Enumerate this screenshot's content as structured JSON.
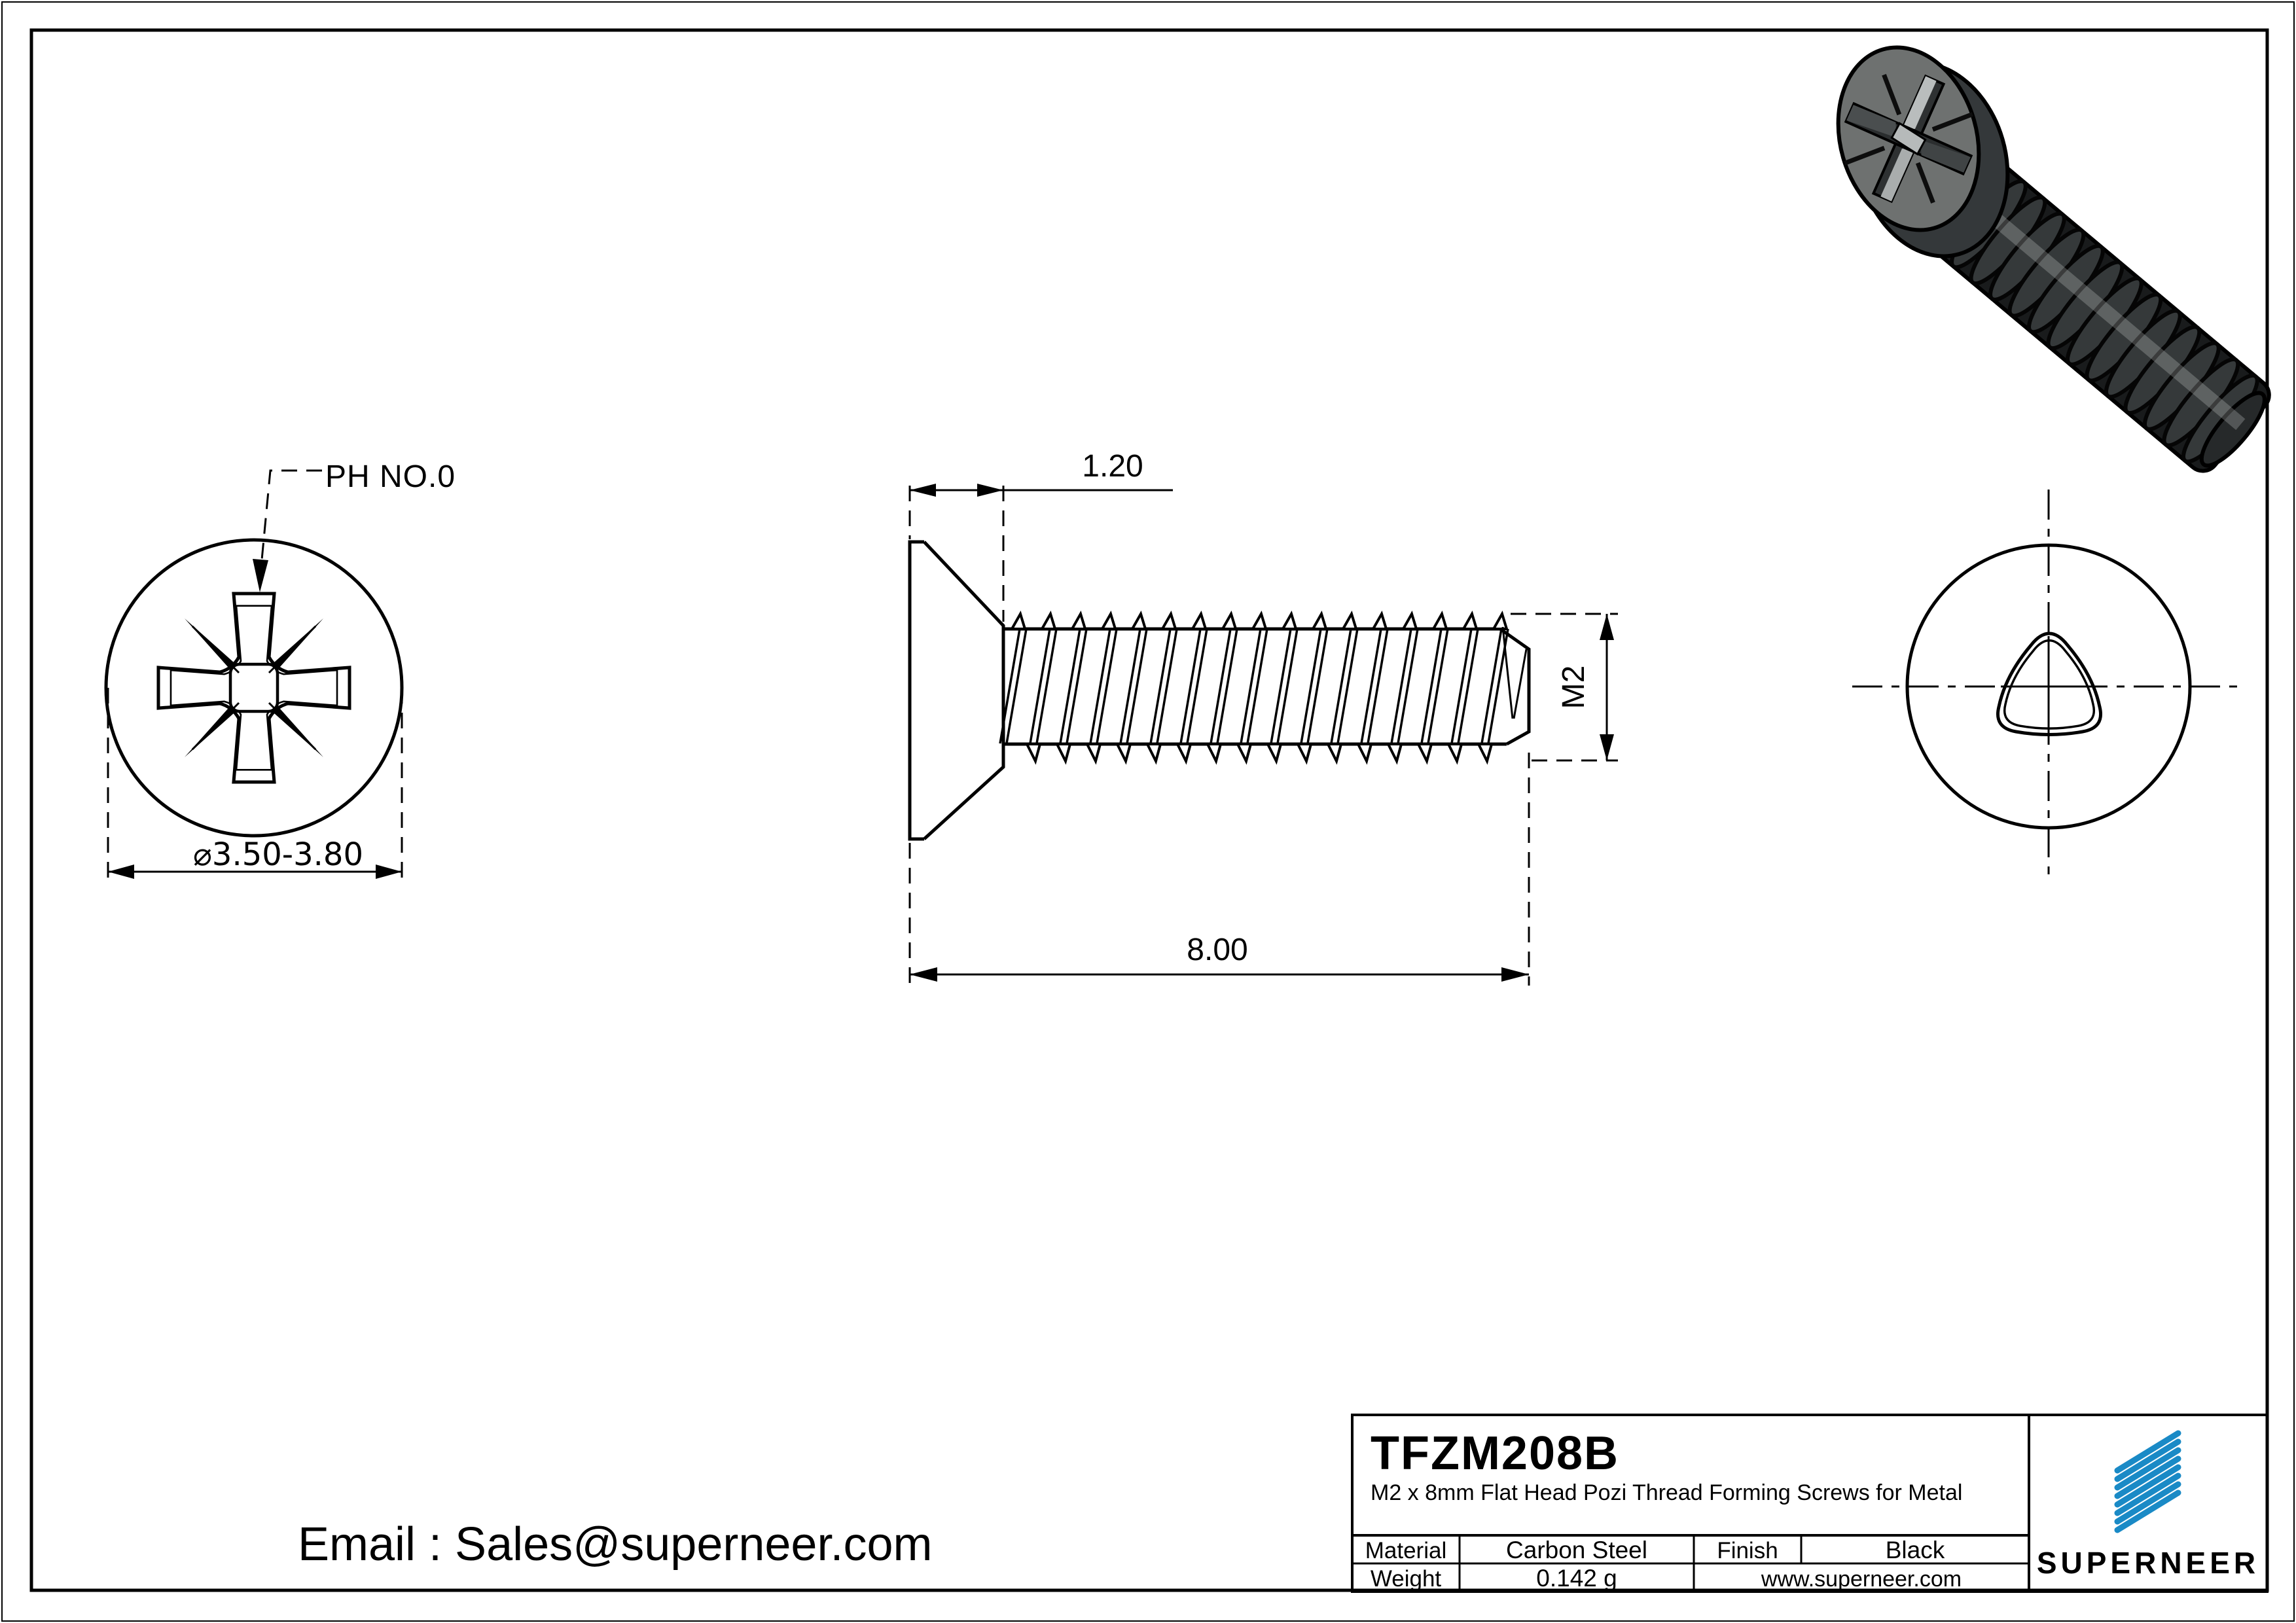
{
  "drawing": {
    "front_view": {
      "leader_label": "PH NO.0",
      "diameter_dim": "⌀3.50-3.80"
    },
    "side_view": {
      "head_height_dim": "1.20",
      "length_dim": "8.00",
      "thread_size_dim": "M2"
    }
  },
  "title_block": {
    "part_number": "TFZM208B",
    "description": "M2 x 8mm Flat Head Pozi Thread Forming Screws for Metal",
    "material_label": "Material",
    "material_value": "Carbon Steel",
    "finish_label": "Finish",
    "finish_value": "Black",
    "weight_label": "Weight",
    "weight_value": "0.142 g",
    "website": "www.superneer.com",
    "brand": "SUPERNEER"
  },
  "footer": {
    "email": "Email : Sales@superneer.com"
  },
  "colors": {
    "accent_blue": "#1a8ac6",
    "line_black": "#000000"
  }
}
